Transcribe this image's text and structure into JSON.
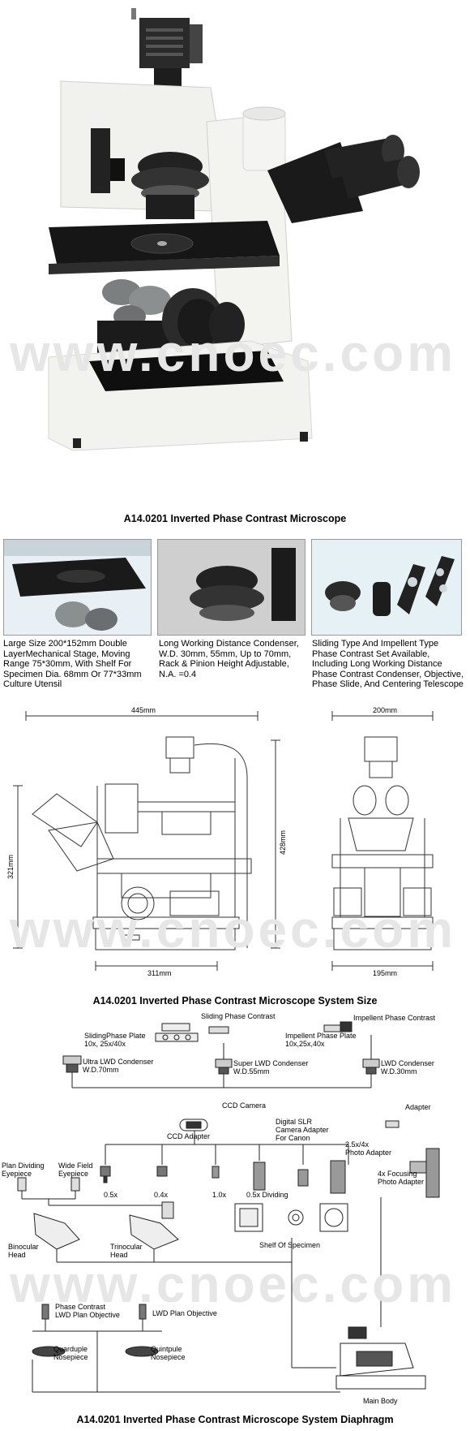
{
  "watermark": "www.cnoec.com",
  "main_caption": "A14.0201 Inverted Phase Contrast Microscope",
  "features": [
    {
      "text": "Large Size 200*152mm Double LayerMechanical Stage, Moving Range 75*30mm, With Shelf For Specimen Dia. 68mm Or 77*33mm Culture Utensil"
    },
    {
      "text": "Long Working Distance Condenser, W.D. 30mm, 55mm, Up to 70mm, Rack & Pinion Height Adjustable, N.A. =0.4"
    },
    {
      "text": "Sliding Type And Impellent Type Phase Contrast Set Available, Including Long Working Distance Phase Contrast Condenser, Objective, Phase Slide, And Centering Telescope"
    }
  ],
  "dimensions": {
    "width_top": "445mm",
    "height_right": "428mm",
    "height_left": "321mm",
    "width_bottom": "311mm",
    "side_top": "200mm",
    "side_bottom": "195mm"
  },
  "size_caption": "A14.0201 Inverted Phase Contrast Microscope System Size",
  "diagram_labels": {
    "sliding_phase_contrast": "Sliding Phase Contrast",
    "impellent_phase_contrast": "Impellent Phase Contrast",
    "sliding_phase_plate": "SlidingPhase Plate\n10x, 25x/40x",
    "impellent_phase_plate": "Impellent Phase Plate\n10x,25x,40x",
    "ultra_lwd_condenser": "Ultra LWD Condenser\nW.D.70mm",
    "super_lwd_condenser": "Super LWD Condenser\nW.D.55mm",
    "lwd_condenser": "LWD Condenser\nW.D.30mm",
    "ccd_camera": "CCD Camera",
    "adapter": "Adapter",
    "ccd_adapter": "CCD Adapter",
    "digital_slr": "Digital SLR\nCamera Adapter\nFor Canon",
    "photo_adapter": "2.5x/4x\nPhoto Adapter",
    "focusing_photo_adapter": "4x Focusing\nPhoto Adapter",
    "plan_dividing_eyepiece": "Plan Dividing\nEyepiece",
    "wide_field_eyepiece": "Wide Field\nEyepiece",
    "mag_05x": "0.5x",
    "mag_04x": "0.4x",
    "mag_10x": "1.0x",
    "mag_05x_dividing": "0.5x Dividing",
    "binocular_head": "Binocular\nHead",
    "trinocular_head": "Trinocular\nHead",
    "shelf_of_specimen": "Shelf Of Specimen",
    "phase_contrast_lwd_plan_objective": "Phase Contrast\nLWD Plan Objective",
    "lwd_plan_objective": "LWD Plan Objective",
    "quarduple_nosepiece": "Quarduple\nNosepiece",
    "quintpule_nosepiece": "Quintpule\nNosepiece",
    "main_body": "Main Body"
  },
  "diagram_caption": "A14.0201 Inverted Phase Contrast Microscope System Diaphragm"
}
